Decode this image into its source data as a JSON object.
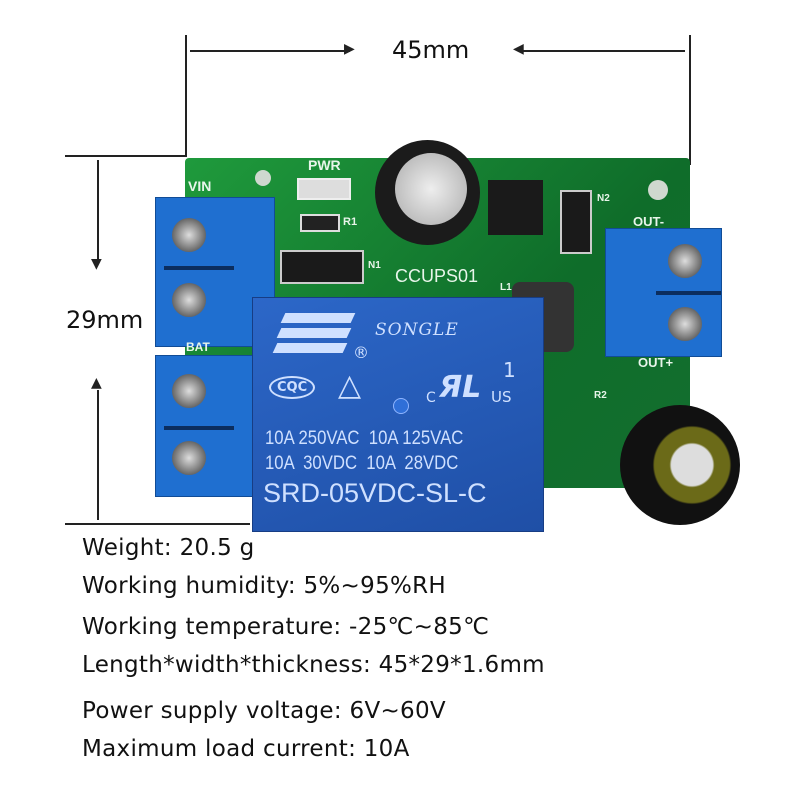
{
  "dimensions": {
    "width_label": "45mm",
    "height_label": "29mm"
  },
  "board": {
    "pwr": "PWR",
    "vin": "VIN",
    "bat": "BAT",
    "out_minus": "OUT-",
    "out_plus": "OUT+",
    "r1": "R1",
    "r2": "R2",
    "n1": "N1",
    "n2": "N2",
    "l1": "L1",
    "model": "CCUPS01"
  },
  "relay": {
    "brand": "SONGLE",
    "cert_cqc": "CQC",
    "ul_c": "C",
    "ul_us": "US",
    "mark_1": "1",
    "rating_line1": "10A 250VAC  10A 125VAC",
    "rating_line2": "10A  30VDC  10A  28VDC",
    "part_number": "SRD-05VDC-SL-C"
  },
  "specs": [
    "Weight: 20.5 g",
    "Working humidity: 5%~95%RH",
    "Working temperature: -25℃~85℃",
    "Length*width*thickness: 45*29*1.6mm",
    "Power supply voltage: 6V~60V",
    "Maximum load current: 10A"
  ]
}
